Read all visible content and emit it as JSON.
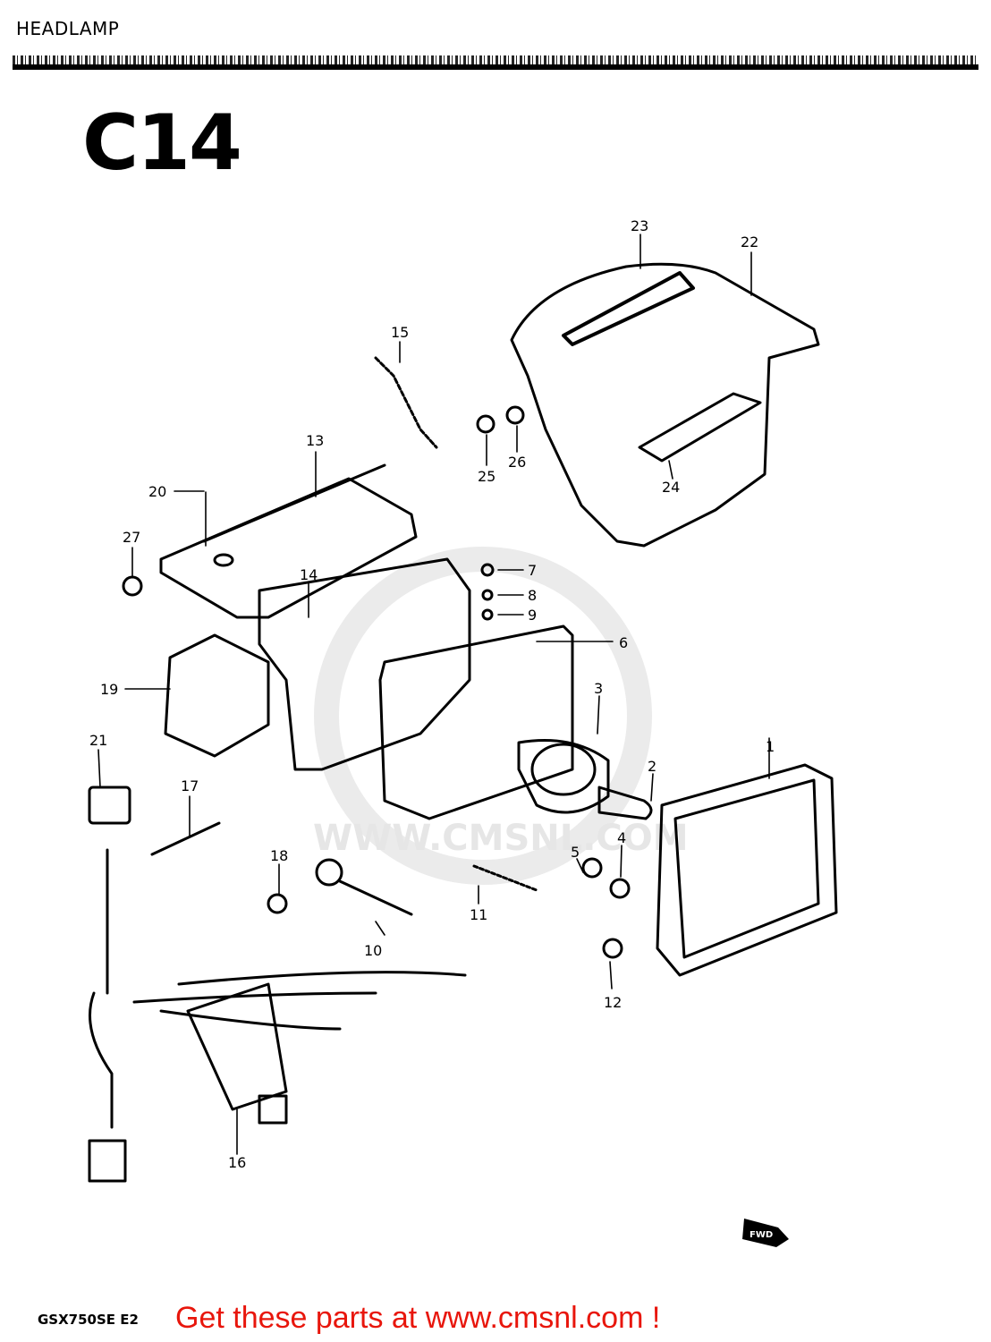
{
  "header": {
    "title": "HEADLAMP"
  },
  "diagram": {
    "code": "C14",
    "watermark": "WWW.CMSNL.COM",
    "fwd_label": "FWD",
    "part_labels": [
      "1",
      "2",
      "3",
      "4",
      "5",
      "6",
      "7",
      "8",
      "9",
      "10",
      "11",
      "12",
      "13",
      "14",
      "15",
      "16",
      "17",
      "18",
      "19",
      "20",
      "21",
      "22",
      "23",
      "24",
      "25",
      "26",
      "27"
    ]
  },
  "footer": {
    "model_code": "GSX750SE E2",
    "link_text": "Get these parts at www.cmsnl.com !",
    "link_color": "#e8160c"
  }
}
